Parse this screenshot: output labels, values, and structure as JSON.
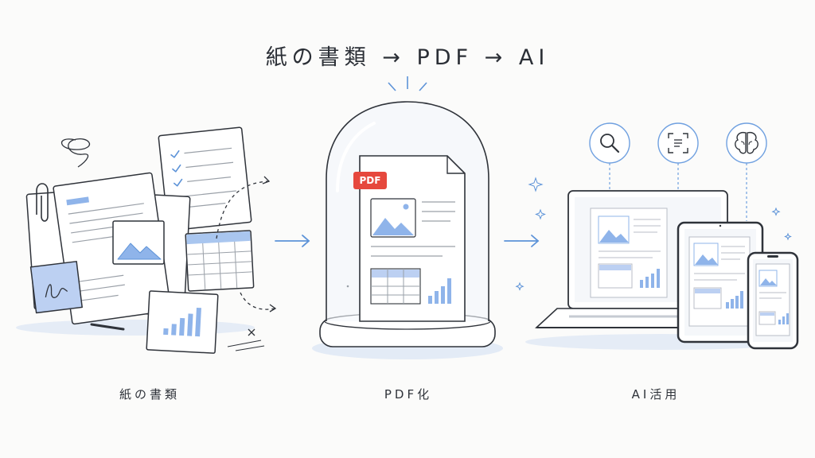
{
  "title": "紙の書類 → PDF → AI",
  "stages": {
    "paper": "紙の書類",
    "pdf": "PDF化",
    "ai": "AI活用"
  },
  "pdf_badge": "PDF",
  "icons": {
    "search": "search-icon",
    "scan": "document-scan-icon",
    "brain": "brain-icon"
  },
  "colors": {
    "accent_blue": "#8fb4ea",
    "line_blue": "#5d93d8",
    "badge_red": "#e6483d",
    "stroke": "#2f333a"
  }
}
